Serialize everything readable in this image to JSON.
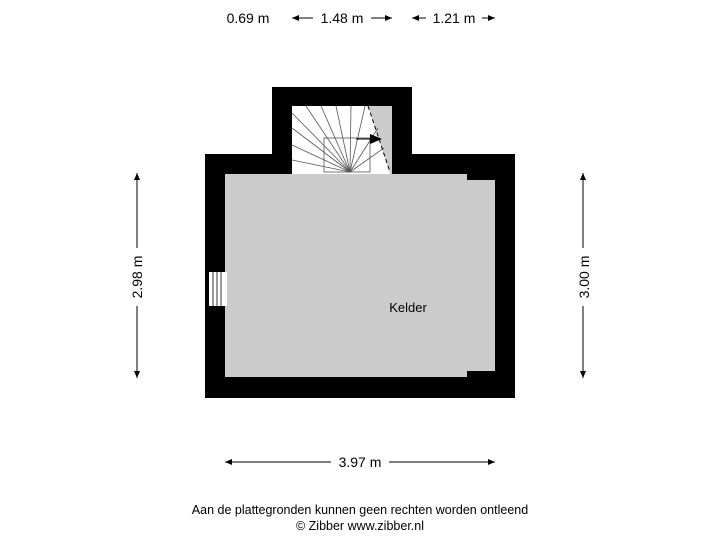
{
  "dimensions": {
    "top_left": "0.69 m",
    "top_middle": "1.48 m",
    "top_right": "1.21 m",
    "left": "2.98 m",
    "right": "3.00 m",
    "bottom": "3.97 m"
  },
  "rooms": {
    "kelder": "Kelder"
  },
  "footer": {
    "disclaimer": "Aan de plattegronden kunnen geen rechten worden ontleend",
    "copyright": "© Zibber www.zibber.nl"
  },
  "colors": {
    "wall": "#000000",
    "floor": "#cccccc",
    "stair_floor": "#ffffff",
    "line": "#000000"
  }
}
